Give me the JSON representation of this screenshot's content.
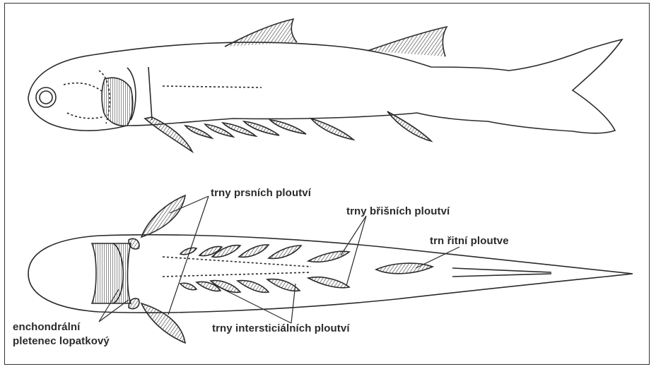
{
  "labels": {
    "pectoral_spines": "trny prsních ploutví",
    "pelvic_spines": "trny břišních ploutví",
    "anal_spine": "trn řitní ploutve",
    "intermediate_spines": "trny intersticiálních ploutví",
    "girdle_line1": "enchondrální",
    "girdle_line2": "pletenec lopatkový"
  }
}
